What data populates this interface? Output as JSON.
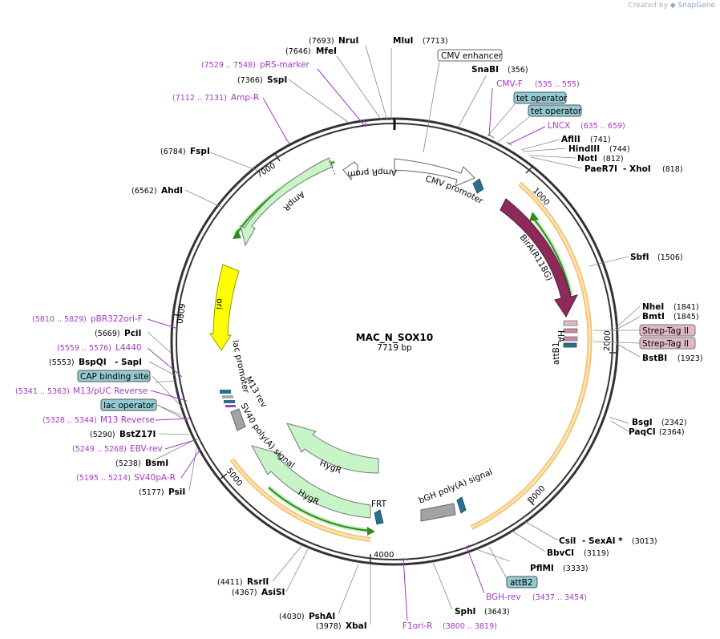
{
  "header": {
    "created_by": "Created by",
    "brand": "SnapGene"
  },
  "plasmid": {
    "name": "MAC_N_SOX10",
    "length": "7719 bp",
    "total_bp": 7719
  },
  "ticks": [
    {
      "label": "1000",
      "bp": 1000
    },
    {
      "label": "2000",
      "bp": 2000
    },
    {
      "label": "3000",
      "bp": 3000
    },
    {
      "label": "4000",
      "bp": 4000
    },
    {
      "label": "5000",
      "bp": 5000
    },
    {
      "label": "6000",
      "bp": 6000
    },
    {
      "label": "7000",
      "bp": 7000
    }
  ],
  "enzymes": [
    {
      "name": "MluI",
      "pos": "(7713)"
    },
    {
      "name": "NruI",
      "pos": "(7693)"
    },
    {
      "name": "MfeI",
      "pos": "(7646)"
    },
    {
      "name": "SspI",
      "pos": "(7366)"
    },
    {
      "name": "FspI",
      "pos": "(6784)"
    },
    {
      "name": "AhdI",
      "pos": "(6562)"
    },
    {
      "name": "PciI",
      "pos": "(5669)"
    },
    {
      "name": "BspQI",
      "extra": "- SapI",
      "pos": "(5553)"
    },
    {
      "name": "BstZ17I",
      "pos": "(5290)"
    },
    {
      "name": "BsmI",
      "pos": "(5238)"
    },
    {
      "name": "PsiI",
      "pos": "(5177)"
    },
    {
      "name": "RsrII",
      "pos": "(4411)"
    },
    {
      "name": "AsiSI",
      "pos": "(4367)"
    },
    {
      "name": "PshAI",
      "pos": "(4030)"
    },
    {
      "name": "XbaI",
      "pos": "(3978)"
    },
    {
      "name": "SphI",
      "pos": "(3643)"
    },
    {
      "name": "PflMI",
      "pos": "(3333)"
    },
    {
      "name": "BbvCI",
      "pos": "(3119)"
    },
    {
      "name": "CsiI",
      "extra": "- SexAI *",
      "pos": "(3013)"
    },
    {
      "name": "PaqCI",
      "pos": "(2364)"
    },
    {
      "name": "BsgI",
      "pos": "(2342)"
    },
    {
      "name": "BstBI",
      "pos": "(1923)"
    },
    {
      "name": "BmtI",
      "pos": "(1845)"
    },
    {
      "name": "NheI",
      "pos": "(1841)"
    },
    {
      "name": "SbfI",
      "pos": "(1506)"
    },
    {
      "name": "PaeR7I",
      "extra": "- XhoI",
      "pos": "(818)"
    },
    {
      "name": "NotI",
      "pos": "(812)"
    },
    {
      "name": "HindIII",
      "pos": "(744)"
    },
    {
      "name": "AflII",
      "pos": "(741)"
    },
    {
      "name": "SnaBI",
      "pos": "(356)"
    }
  ],
  "primers": [
    {
      "name": "pRS-marker",
      "pos": "(7529 .. 7548)"
    },
    {
      "name": "Amp-R",
      "pos": "(7112 .. 7131)"
    },
    {
      "name": "pBR322ori-F",
      "pos": "(5810 .. 5829)"
    },
    {
      "name": "L4440",
      "pos": "(5559 .. 5576)"
    },
    {
      "name": "M13/pUC Reverse",
      "pos": "(5341 .. 5363)"
    },
    {
      "name": "M13 Reverse",
      "pos": "(5328 .. 5344)"
    },
    {
      "name": "EBV-rev",
      "pos": "(5249 .. 5268)"
    },
    {
      "name": "SV40pA-R",
      "pos": "(5195 .. 5214)"
    },
    {
      "name": "F1ori-R",
      "pos": "(3800 .. 3819)"
    },
    {
      "name": "BGH-rev",
      "pos": "(3437 .. 3454)"
    },
    {
      "name": "CMV-F",
      "pos": "(535 .. 555)"
    },
    {
      "name": "LNCX",
      "pos": "(635 .. 659)"
    }
  ],
  "boxed_labels": [
    {
      "text": "CMV enhancer",
      "style": "white"
    },
    {
      "text": "tet operator",
      "style": "teal"
    },
    {
      "text": "tet operator",
      "style": "teal"
    },
    {
      "text": "CAP binding site",
      "style": "teal"
    },
    {
      "text": "lac operator",
      "style": "teal"
    },
    {
      "text": "Strep-Tag II",
      "style": "pink"
    },
    {
      "text": "Strep-Tag II",
      "style": "pink"
    },
    {
      "text": "attB2",
      "style": "teal"
    }
  ],
  "features": {
    "ampr_promoter": "AmpR promoter",
    "ampr": "AmpR",
    "cmv_promoter": "CMV promoter",
    "bira": "BirA(R118G)",
    "ori": "ori",
    "lac_promoter": "lac promoter",
    "m13_rev": "M13 rev",
    "sv40_polya": "SV40 poly(A) signal",
    "hygr_outer": "HygR",
    "hygr_inner": "HygR",
    "frt": "FRT",
    "bgh_polya": "bGH poly(A) signal",
    "ha": "HA",
    "attb1": "attB1"
  },
  "colors": {
    "backbone": "#333333",
    "bira": "#8e2a5a",
    "ori": "#ffff00",
    "resistance": "#c8f5c8",
    "promoter": "#ffffff",
    "primer": "#a238c8",
    "teal_box": "#93c9d3",
    "pink_box": "#e2b8c8",
    "orf_orange": "#f3b34d",
    "orf_green": "#2e8b1e",
    "polyA": "#a0a4a8",
    "frt": "#2a6f8c"
  }
}
